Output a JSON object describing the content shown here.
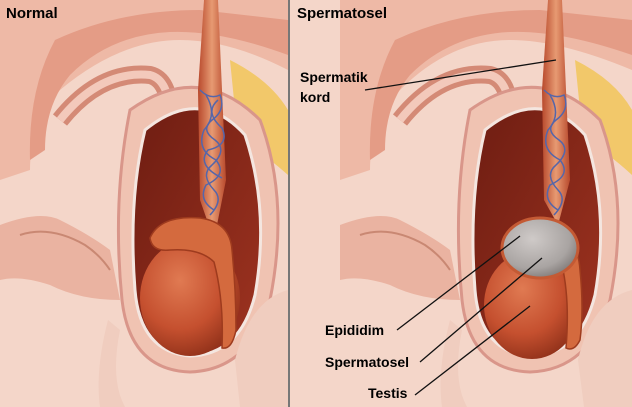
{
  "panels": {
    "left": {
      "title": "Normal"
    },
    "right": {
      "title": "Spermatosel"
    }
  },
  "labels": {
    "spermatic_cord_line1": "Spermatik",
    "spermatic_cord_line2": "kord",
    "epididymis": "Epididim",
    "spermatocele": "Spermatosel",
    "testis": "Testis"
  },
  "colors": {
    "skin": "#f4cfc0",
    "skin_dark": "#e7b2a2",
    "tissue": "#c9482f",
    "testis": "#c5502f",
    "cyst": "#a9a4a2",
    "fat": "#f2c86a",
    "divider": "#777777"
  }
}
